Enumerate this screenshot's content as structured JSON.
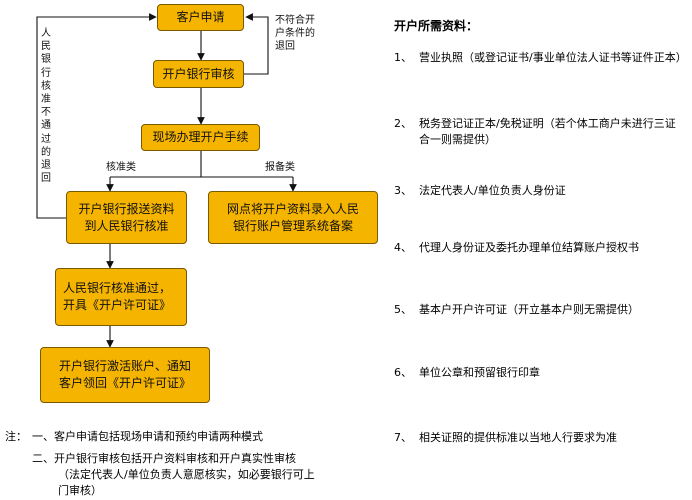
{
  "flow": {
    "apply": "客户申请",
    "bank_review": "开户银行审核",
    "onsite": "现场办理开户手续",
    "submit_pbc": [
      "开户银行报送资料",
      "到人民银行核准"
    ],
    "record_system": [
      "网点将开户资料录入人民",
      "银行账户管理系统备案"
    ],
    "pbc_approved": [
      "人民银行核准通过，",
      "开具《开户许可证》"
    ],
    "activate": [
      "开户银行激活账户、通知",
      "客户领回《开户许可证》"
    ]
  },
  "labels": {
    "reject_bank": [
      "不符合开",
      "户条件的",
      "退回"
    ],
    "reject_pbc": [
      "人",
      "民",
      "银",
      "行",
      "核",
      "准",
      "不",
      "通",
      "过",
      "的",
      "退",
      "回"
    ],
    "approval_type": "核准类",
    "record_type": "报备类"
  },
  "requirements": {
    "title": "开户所需资料：",
    "items": [
      {
        "num": "1、",
        "text": "营业执照（或登记证书/事业单位法人证书等证件正本）"
      },
      {
        "num": "2、",
        "text": "税务登记证正本/免税证明（若个体工商户未进行三证合一则需提供）"
      },
      {
        "num": "3、",
        "text": "法定代表人/单位负责人身份证"
      },
      {
        "num": "4、",
        "text": "代理人身份证及委托办理单位结算账户授权书"
      },
      {
        "num": "5、",
        "text": "基本户开户许可证（开立基本户则无需提供）"
      },
      {
        "num": "6、",
        "text": "单位公章和预留银行印章"
      },
      {
        "num": "7、",
        "text": "相关证照的提供标准以当地人行要求为准"
      }
    ]
  },
  "notes": {
    "label": "注：",
    "n1": "一、客户申请包括现场申请和预约申请两种模式",
    "n2_line1": "二、开户银行审核包括开户资料审核和开户真实性审核",
    "n2_line2": "（法定代表人/单位负责人意愿核实，如必要银行可上",
    "n2_line3": "门审核）"
  }
}
